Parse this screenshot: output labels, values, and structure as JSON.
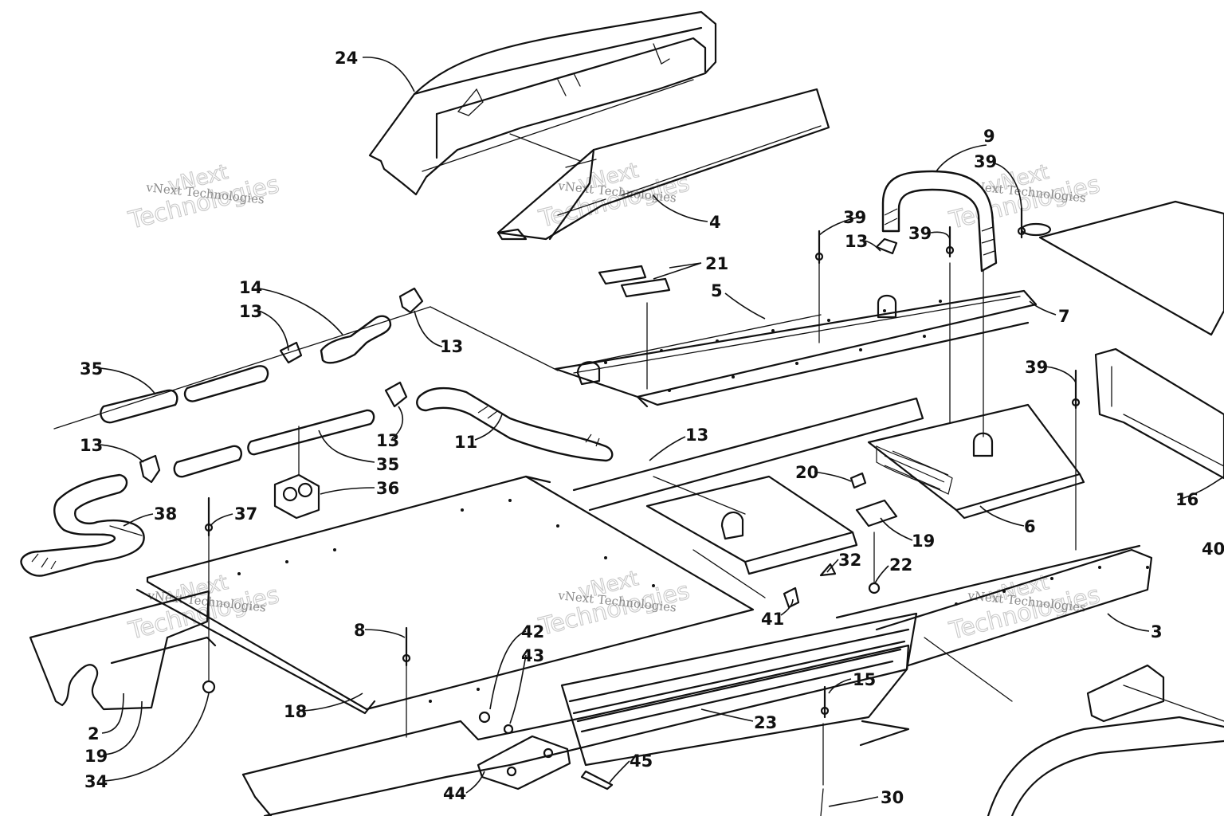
{
  "callouts": [
    {
      "id": "c24",
      "text": "24"
    },
    {
      "id": "c4",
      "text": "4"
    },
    {
      "id": "c9",
      "text": "9"
    },
    {
      "id": "c39a",
      "text": "39"
    },
    {
      "id": "c39b",
      "text": "39"
    },
    {
      "id": "c39c",
      "text": "39"
    },
    {
      "id": "c39d",
      "text": "39"
    },
    {
      "id": "c13a",
      "text": "13"
    },
    {
      "id": "c21",
      "text": "21"
    },
    {
      "id": "c5",
      "text": "5"
    },
    {
      "id": "c7",
      "text": "7"
    },
    {
      "id": "c14",
      "text": "14"
    },
    {
      "id": "c13b",
      "text": "13"
    },
    {
      "id": "c13c",
      "text": "13"
    },
    {
      "id": "c35a",
      "text": "35"
    },
    {
      "id": "c11",
      "text": "11"
    },
    {
      "id": "c13d",
      "text": "13"
    },
    {
      "id": "c13e",
      "text": "13"
    },
    {
      "id": "c35b",
      "text": "35"
    },
    {
      "id": "c13f",
      "text": "13"
    },
    {
      "id": "c36",
      "text": "36"
    },
    {
      "id": "c38",
      "text": "38"
    },
    {
      "id": "c37",
      "text": "37"
    },
    {
      "id": "c20",
      "text": "20"
    },
    {
      "id": "c19a",
      "text": "19"
    },
    {
      "id": "c6",
      "text": "6"
    },
    {
      "id": "c16",
      "text": "16"
    },
    {
      "id": "c40",
      "text": "40"
    },
    {
      "id": "c32",
      "text": "32"
    },
    {
      "id": "c22",
      "text": "22"
    },
    {
      "id": "c41",
      "text": "41"
    },
    {
      "id": "c3",
      "text": "3"
    },
    {
      "id": "c8",
      "text": "8"
    },
    {
      "id": "c42",
      "text": "42"
    },
    {
      "id": "c43",
      "text": "43"
    },
    {
      "id": "c15",
      "text": "15"
    },
    {
      "id": "c18",
      "text": "18"
    },
    {
      "id": "c23",
      "text": "23"
    },
    {
      "id": "c2",
      "text": "2"
    },
    {
      "id": "c19b",
      "text": "19"
    },
    {
      "id": "c34",
      "text": "34"
    },
    {
      "id": "c45",
      "text": "45"
    },
    {
      "id": "c44",
      "text": "44"
    },
    {
      "id": "c30",
      "text": "30"
    }
  ],
  "watermark": {
    "large_line1": "vNext",
    "large_line2": "Technologies",
    "small": "vNext Technologies"
  },
  "colors": {
    "ink": "#111111",
    "paper": "#ffffff",
    "watermark": "#c9c9c9"
  }
}
